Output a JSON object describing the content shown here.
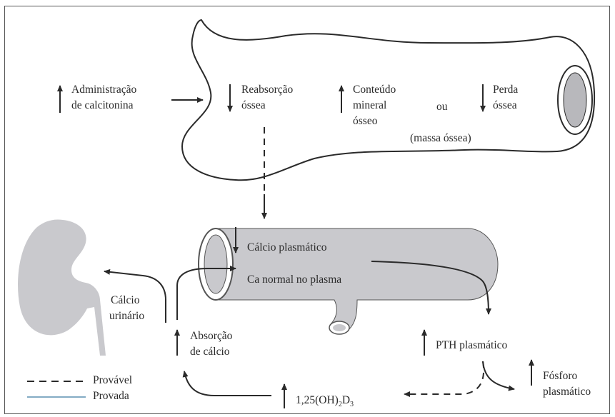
{
  "bone": {
    "admin": [
      "Administração",
      "de calcitonina"
    ],
    "reabsorcao": [
      "Reabsorção",
      "óssea"
    ],
    "conteudo": [
      "Conteúdo",
      "mineral",
      "ósseo"
    ],
    "ou": "ou",
    "perda": [
      "Perda",
      "óssea"
    ],
    "massa": "(massa óssea)"
  },
  "vessel": {
    "calcio_plasmatico": "Cálcio plasmático",
    "ca_normal": "Ca normal no plasma"
  },
  "kidney": {
    "calcio_urinario": [
      "Cálcio",
      "urinário"
    ]
  },
  "absorcao": [
    "Absorção",
    "de cálcio"
  ],
  "pth": "PTH plasmático",
  "fosforo": [
    "Fósforo",
    "plasmático"
  ],
  "vitd": {
    "base": "1,25(OH)",
    "sub1": "2",
    "mid": "D",
    "sub2": "3"
  },
  "legend": {
    "dashed": "Provável",
    "solid": "Provada"
  },
  "colors": {
    "fill_gray": "#c9c9cd",
    "stroke": "#2a2a2a",
    "legend_solid": "#5a8fb0"
  }
}
